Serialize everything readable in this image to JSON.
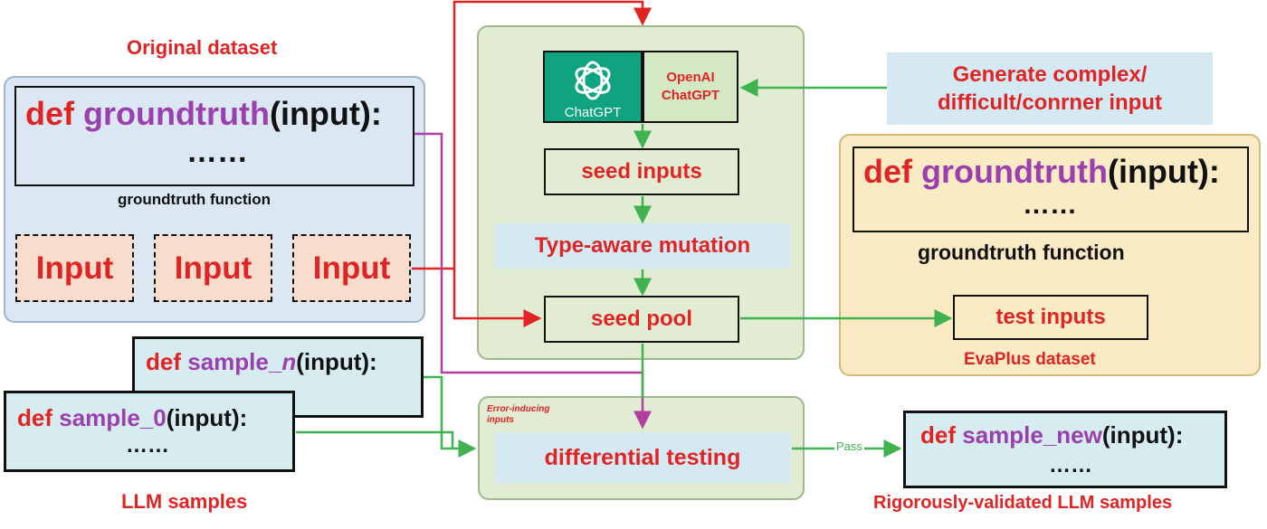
{
  "original": {
    "title": "Original dataset",
    "code_def": "def",
    "code_fn": "groundtruth",
    "code_args": "(input):",
    "code_body": "……",
    "caption": "groundtruth function",
    "inputs": [
      "Input",
      "Input",
      "Input"
    ]
  },
  "llm": {
    "sample_n": {
      "def": "def",
      "name": "sample_",
      "idx": "n",
      "args": "(input):",
      "body": "……"
    },
    "sample_0": {
      "def": "def",
      "name": "sample_0",
      "args": "(input):",
      "body": "……"
    },
    "caption": "LLM samples"
  },
  "pipeline": {
    "openai_label": "OpenAI ChatGPT",
    "logo_text": "ChatGPT",
    "seed_inputs": "seed inputs",
    "mutation": "Type-aware mutation",
    "seed_pool": "seed pool",
    "error_label": "Error-inducing inputs",
    "differential": "differential testing",
    "pass_label": "Pass"
  },
  "generate": {
    "text": "Generate complex/ difficult/conrner input"
  },
  "evaplus": {
    "code_def": "def",
    "code_fn": "groundtruth",
    "code_args": "(input):",
    "code_body": "……",
    "caption": "groundtruth function",
    "test_inputs": "test inputs",
    "title": "EvaPlus dataset"
  },
  "validated": {
    "def": "def",
    "name": "sample_new",
    "args": "(input):",
    "body": "……",
    "caption": "Rigorously-validated LLM samples"
  },
  "colors": {
    "red": "#e02424",
    "purple": "#9b3fae",
    "green": "#3fb34f",
    "magenta": "#b0409f",
    "chatgpt": "#10a37f"
  }
}
